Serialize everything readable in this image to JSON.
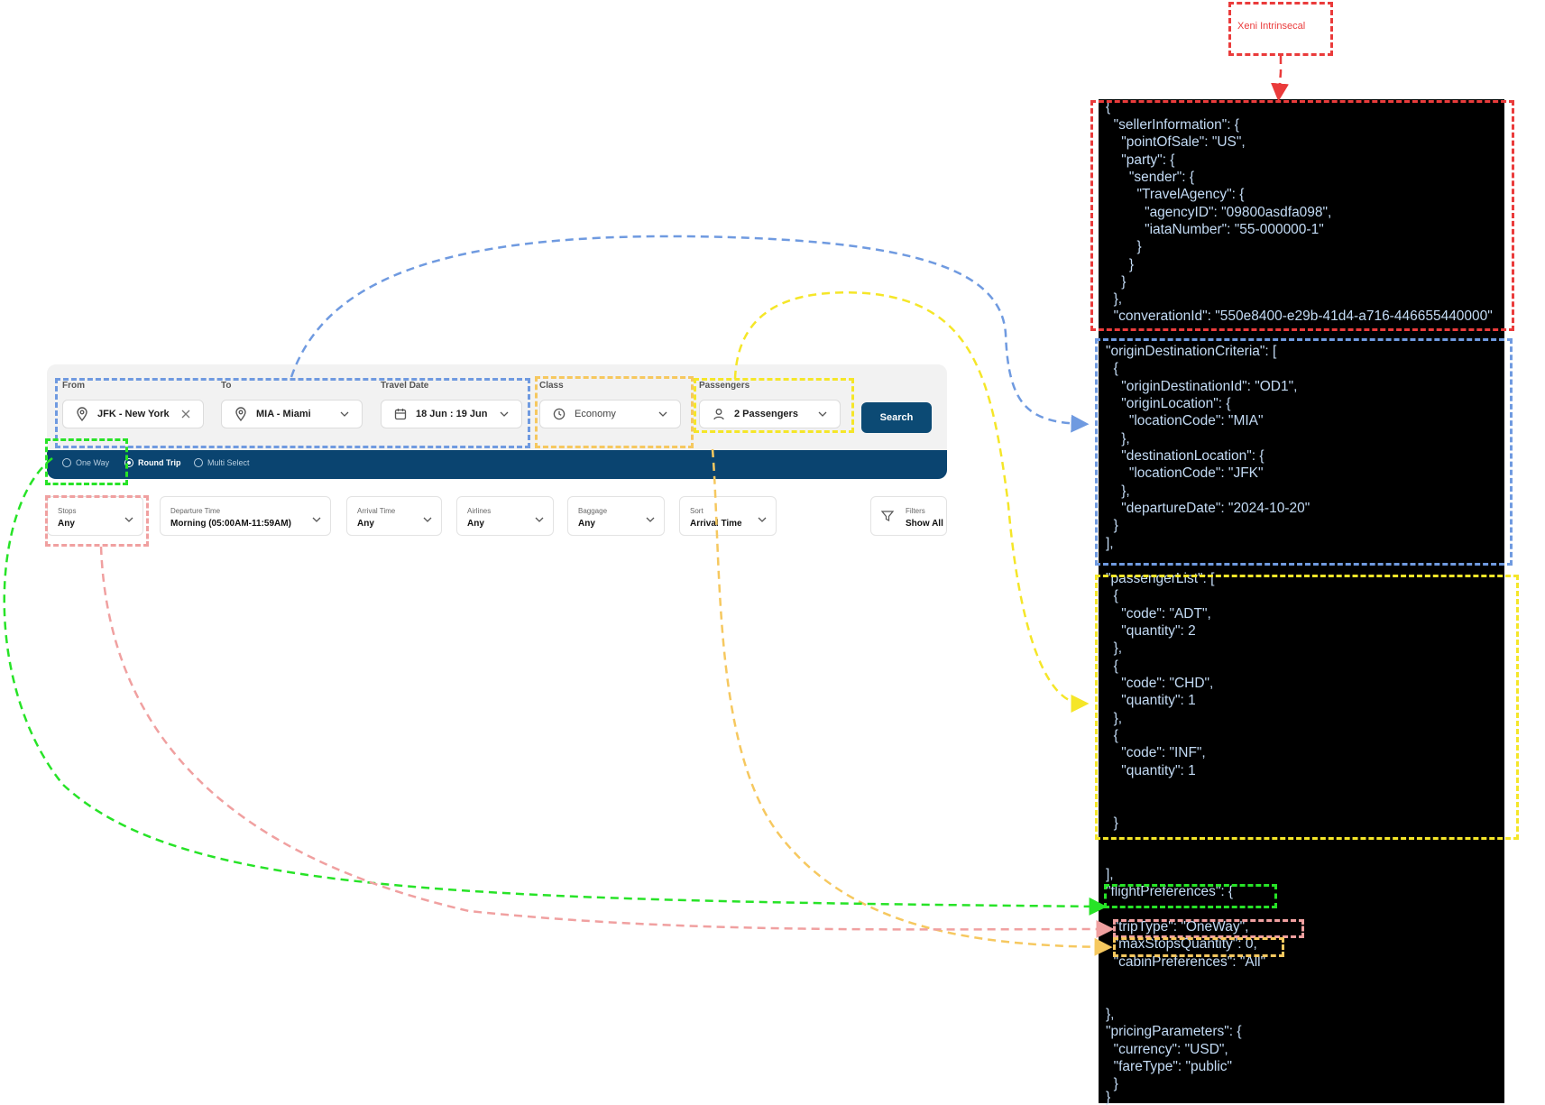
{
  "annotation": {
    "label": "Xeni Intrinsecal"
  },
  "search": {
    "from": {
      "label": "From",
      "value": "JFK - New York"
    },
    "to": {
      "label": "To",
      "value": "MIA - Miami"
    },
    "travel_date": {
      "label": "Travel Date",
      "value": "18 Jun : 19 Jun"
    },
    "class": {
      "label": "Class",
      "value": "Economy"
    },
    "passengers": {
      "label": "Passengers",
      "value": "2 Passengers"
    },
    "search_label": "Search"
  },
  "trip_types": {
    "one_way": "One Way",
    "round_trip": "Round Trip",
    "multi_select": "Multi Select",
    "selected": "Round Trip"
  },
  "filters": {
    "stops": {
      "label": "Stops",
      "value": "Any"
    },
    "departure_time": {
      "label": "Departure Time",
      "value": "Morning (05:00AM-11:59AM)"
    },
    "arrival_time": {
      "label": "Arrival Time",
      "value": "Any"
    },
    "airlines": {
      "label": "Airlines",
      "value": "Any"
    },
    "baggage": {
      "label": "Baggage",
      "value": "Any"
    },
    "sort": {
      "label": "Sort",
      "value": "Arrival Time"
    },
    "filters_button": {
      "label": "Filters",
      "value": "Show All"
    }
  },
  "code": {
    "lines": [
      "{",
      "  \"sellerInformation\": {",
      "    \"pointOfSale\": \"US\",",
      "    \"party\": {",
      "      \"sender\": {",
      "        \"TravelAgency\": {",
      "          \"agencyID\": \"09800asdfa098\",",
      "          \"iataNumber\": \"55-000000-1\"",
      "        }",
      "      }",
      "    }",
      "  },",
      "  \"converationId\": \"550e8400-e29b-41d4-a716-446655440000\"",
      "\"originDestinationCriteria\": [",
      "  {",
      "    \"originDestinationId\": \"OD1\",",
      "    \"originLocation\": {",
      "      \"locationCode\": \"MIA\"",
      "    },",
      "    \"destinationLocation\": {",
      "      \"locationCode\": \"JFK\"",
      "    },",
      "    \"departureDate\": \"2024-10-20\"",
      "  }",
      "],",
      "\"passengerList\": [",
      "  {",
      "    \"code\": \"ADT\",",
      "    \"quantity\": 2",
      "  },",
      "  {",
      "    \"code\": \"CHD\",",
      "    \"quantity\": 1",
      "  },",
      "  {",
      "    \"code\": \"INF\",",
      "    \"quantity\": 1",
      "  }",
      "],",
      "\"flightPreferences\": {",
      "  \"tripType\": \"OneWay\",",
      "  \"maxStopsQuantity\": 0,",
      "  \"cabinPreferences\": \"All\"",
      "},",
      "\"pricingParameters\": {",
      "  \"currency\": \"USD\",",
      "  \"fareType\": \"public\"",
      "  }",
      "}",
      "}"
    ]
  },
  "colors": {
    "accent_dark_blue": "#0a4470",
    "red_annotation": "#ea3b3b",
    "blue_annotation": "#6f9ae0",
    "yellow_annotation": "#f5e628",
    "orange_annotation": "#f6c85f",
    "green_annotation": "#27e327",
    "pink_annotation": "#f0a0a0",
    "code_text": "#c3dbf5"
  }
}
